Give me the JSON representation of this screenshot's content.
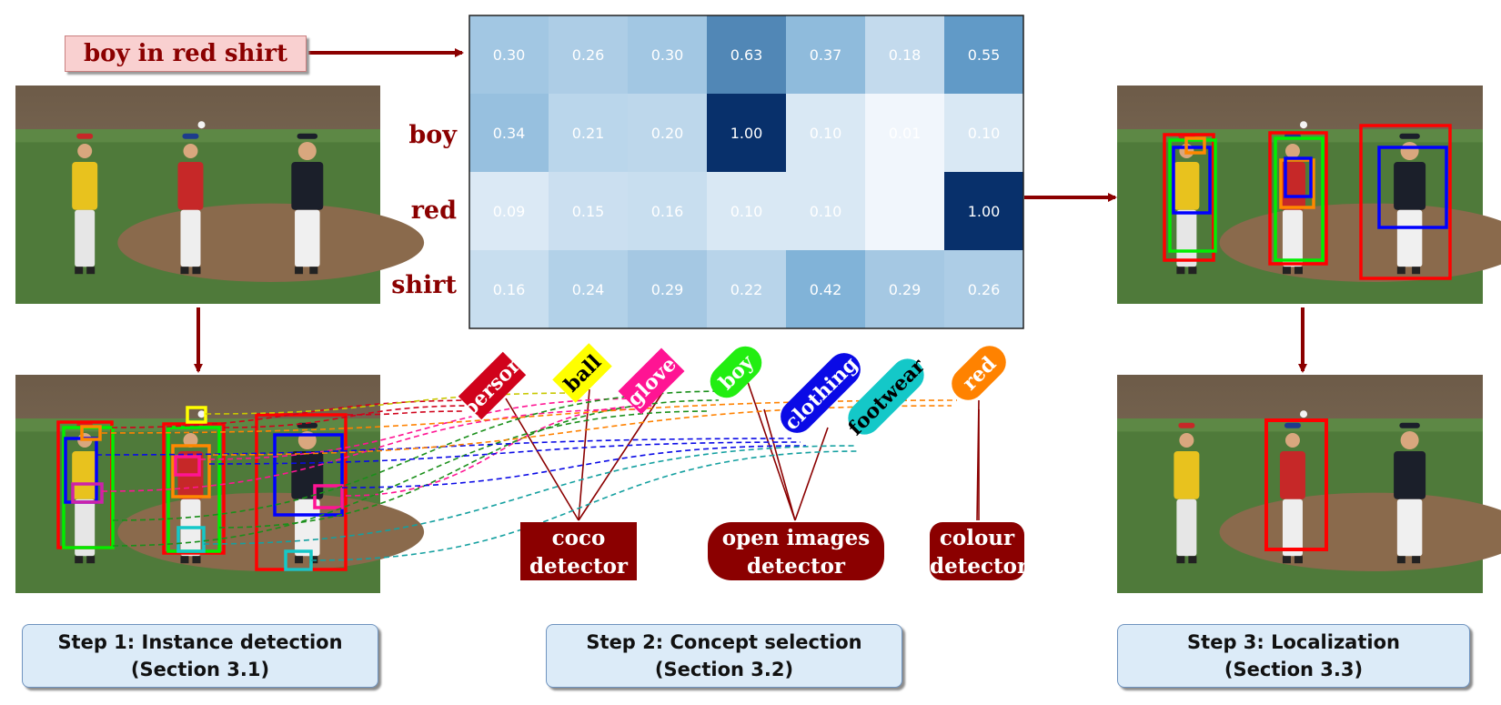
{
  "query": "boy in red shirt",
  "word_labels": [
    "boy",
    "red",
    "shirt"
  ],
  "heatmap": {
    "rows": [
      [
        0.3,
        0.26,
        0.3,
        0.63,
        0.37,
        0.18,
        0.55
      ],
      [
        0.34,
        0.21,
        0.2,
        1.0,
        0.1,
        0.01,
        0.1
      ],
      [
        0.09,
        0.15,
        0.16,
        0.1,
        0.1,
        0.01,
        1.0
      ],
      [
        0.16,
        0.24,
        0.29,
        0.22,
        0.42,
        0.29,
        0.26
      ]
    ],
    "labels": [
      [
        "0.30",
        "0.26",
        "0.30",
        "0.63",
        "0.37",
        "0.18",
        "0.55"
      ],
      [
        "0.34",
        "0.21",
        "0.20",
        "1.00",
        "0.10",
        "0.01",
        "0.10"
      ],
      [
        "0.09",
        "0.15",
        "0.16",
        "0.10",
        "0.10",
        "",
        "1.00"
      ],
      [
        "0.16",
        "0.24",
        "0.29",
        "0.22",
        "0.42",
        "0.29",
        "0.26"
      ]
    ]
  },
  "concepts": [
    {
      "label": "person",
      "color": "#d0021b"
    },
    {
      "label": "ball",
      "color": "#ffff00"
    },
    {
      "label": "glove",
      "color": "#ff1493"
    },
    {
      "label": "boy",
      "color": "#22ee11"
    },
    {
      "label": "clothing",
      "color": "#0a0ae6"
    },
    {
      "label": "footwear",
      "color": "#14c8c8"
    },
    {
      "label": "red",
      "color": "#ff8200"
    }
  ],
  "detectors": [
    {
      "line1": "coco",
      "line2": "detector"
    },
    {
      "line1": "open images",
      "line2": "detector"
    },
    {
      "line1": "colour",
      "line2": "detector"
    }
  ],
  "steps": [
    {
      "line1": "Step 1: Instance detection",
      "line2": "(Section 3.1)"
    },
    {
      "line1": "Step 2: Concept selection",
      "line2": "(Section 3.2)"
    },
    {
      "line1": "Step 3: Localization",
      "line2": "(Section 3.3)"
    }
  ],
  "colors": {
    "arrow": "#8b0000",
    "sky": "#7a6a58",
    "grass": "#4f7a3a",
    "dirt": "#8a6a4c"
  }
}
